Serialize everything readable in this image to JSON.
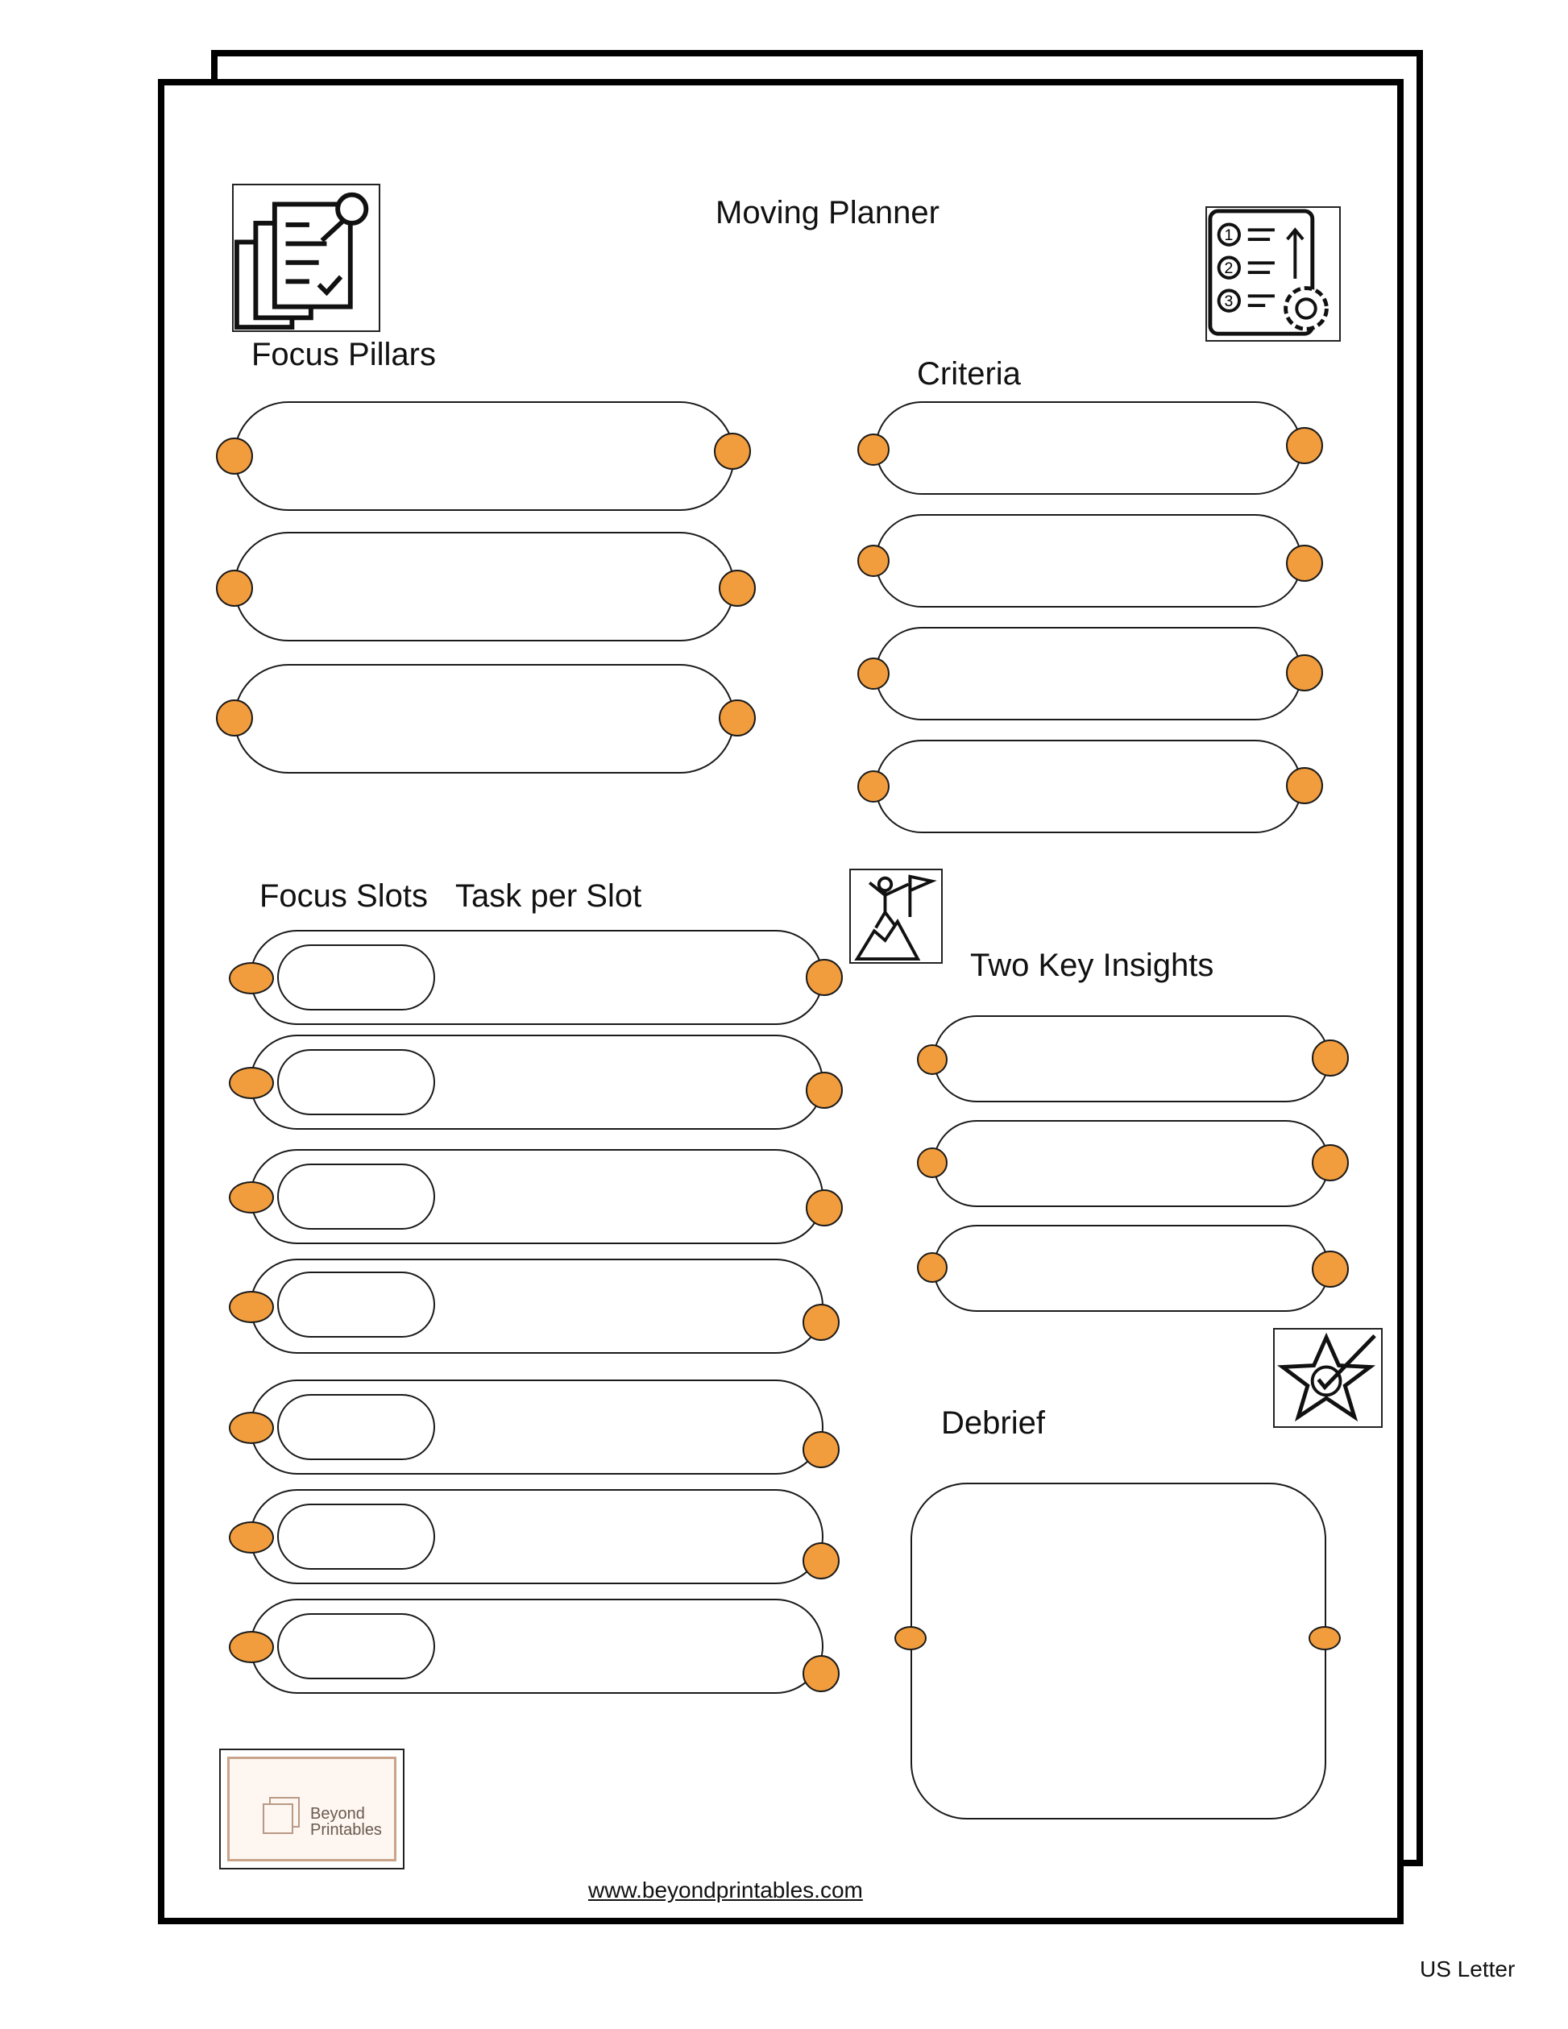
{
  "title": "Moving Planner",
  "sections": {
    "focus_pillars": "Focus Pillars",
    "criteria": "Criteria",
    "focus_slots": "Focus Slots",
    "task_per_slot": "Task per Slot",
    "two_key_insights": "Two Key Insights",
    "debrief": "Debrief"
  },
  "logo": {
    "line1": "Beyond",
    "line2": "Printables"
  },
  "website": "www.beyondprintables.com",
  "paper_size": "US Letter",
  "colors": {
    "accent": "#f29d3d",
    "outline": "#1a1a1a"
  },
  "icons": {
    "top_left": "pinned-checklist-icon",
    "top_right": "numbered-list-gear-icon",
    "middle": "mountain-climber-flag-icon",
    "debrief": "star-check-icon"
  }
}
